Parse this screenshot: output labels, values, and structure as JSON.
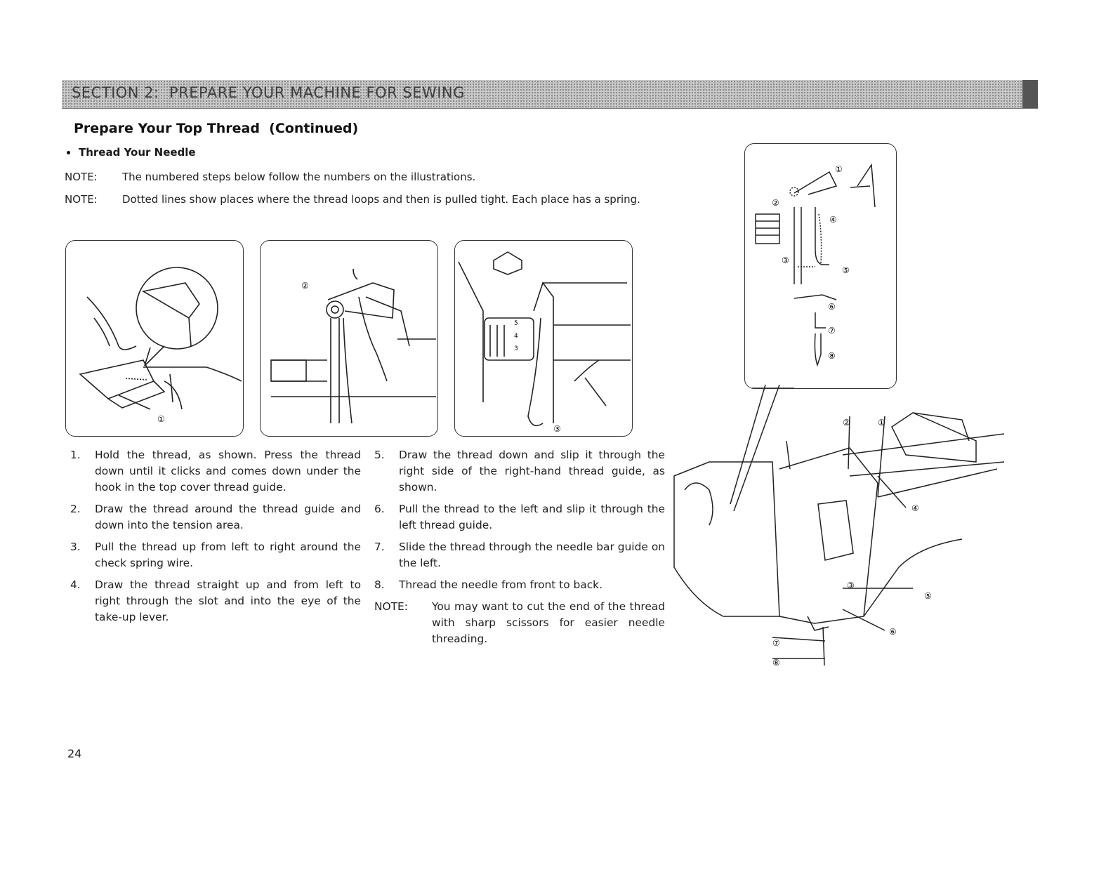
{
  "section_banner": "SECTION 2:  PREPARE YOUR MACHINE FOR SEWING",
  "title": "Prepare Your Top Thread  (Continued)",
  "bullet": "Thread Your Needle",
  "notes": [
    {
      "label": "NOTE:",
      "text": "The numbered steps below follow the numbers on the illustrations."
    },
    {
      "label": "NOTE:",
      "text": "Dotted lines show places where the thread loops and then is pulled tight.  Each place has a spring."
    }
  ],
  "steps_left": [
    {
      "num": "1.",
      "text": "Hold the thread, as shown. Press the thread down until it clicks and comes down under the hook in the top cover thread guide."
    },
    {
      "num": "2.",
      "text": "Draw the thread around the thread guide and down into the tension area."
    },
    {
      "num": "3.",
      "text": "Pull the thread up from left to right around the check spring wire."
    },
    {
      "num": "4.",
      "text": "Draw the thread straight up and from left to right through the slot and into the eye of the take-up lever."
    }
  ],
  "steps_right": [
    {
      "num": "5.",
      "text": "Draw the thread down and slip it through the right side of the right-hand thread guide, as shown."
    },
    {
      "num": "6.",
      "text": "Pull the thread to the left and slip it through the left thread guide."
    },
    {
      "num": "7.",
      "text": "Slide the thread through the needle bar guide on the left."
    },
    {
      "num": "8.",
      "text": "Thread the needle from front to back."
    }
  ],
  "final_note": {
    "label": "NOTE:",
    "text": "You may want to cut the end of the thread with sharp scissors for easier needle threading."
  },
  "page_number": "24",
  "panel_labels": {
    "panel1": "①",
    "panel2": "②",
    "panel3": "③"
  },
  "callout_labels": [
    "①",
    "②",
    "④",
    "③",
    "⑤",
    "⑥",
    "⑦",
    "⑧"
  ],
  "dial_numbers": [
    "5",
    "4",
    "3"
  ],
  "machine_labels": [
    "②",
    "①",
    "④",
    "③",
    "⑤",
    "⑥",
    "⑦",
    "⑧"
  ]
}
